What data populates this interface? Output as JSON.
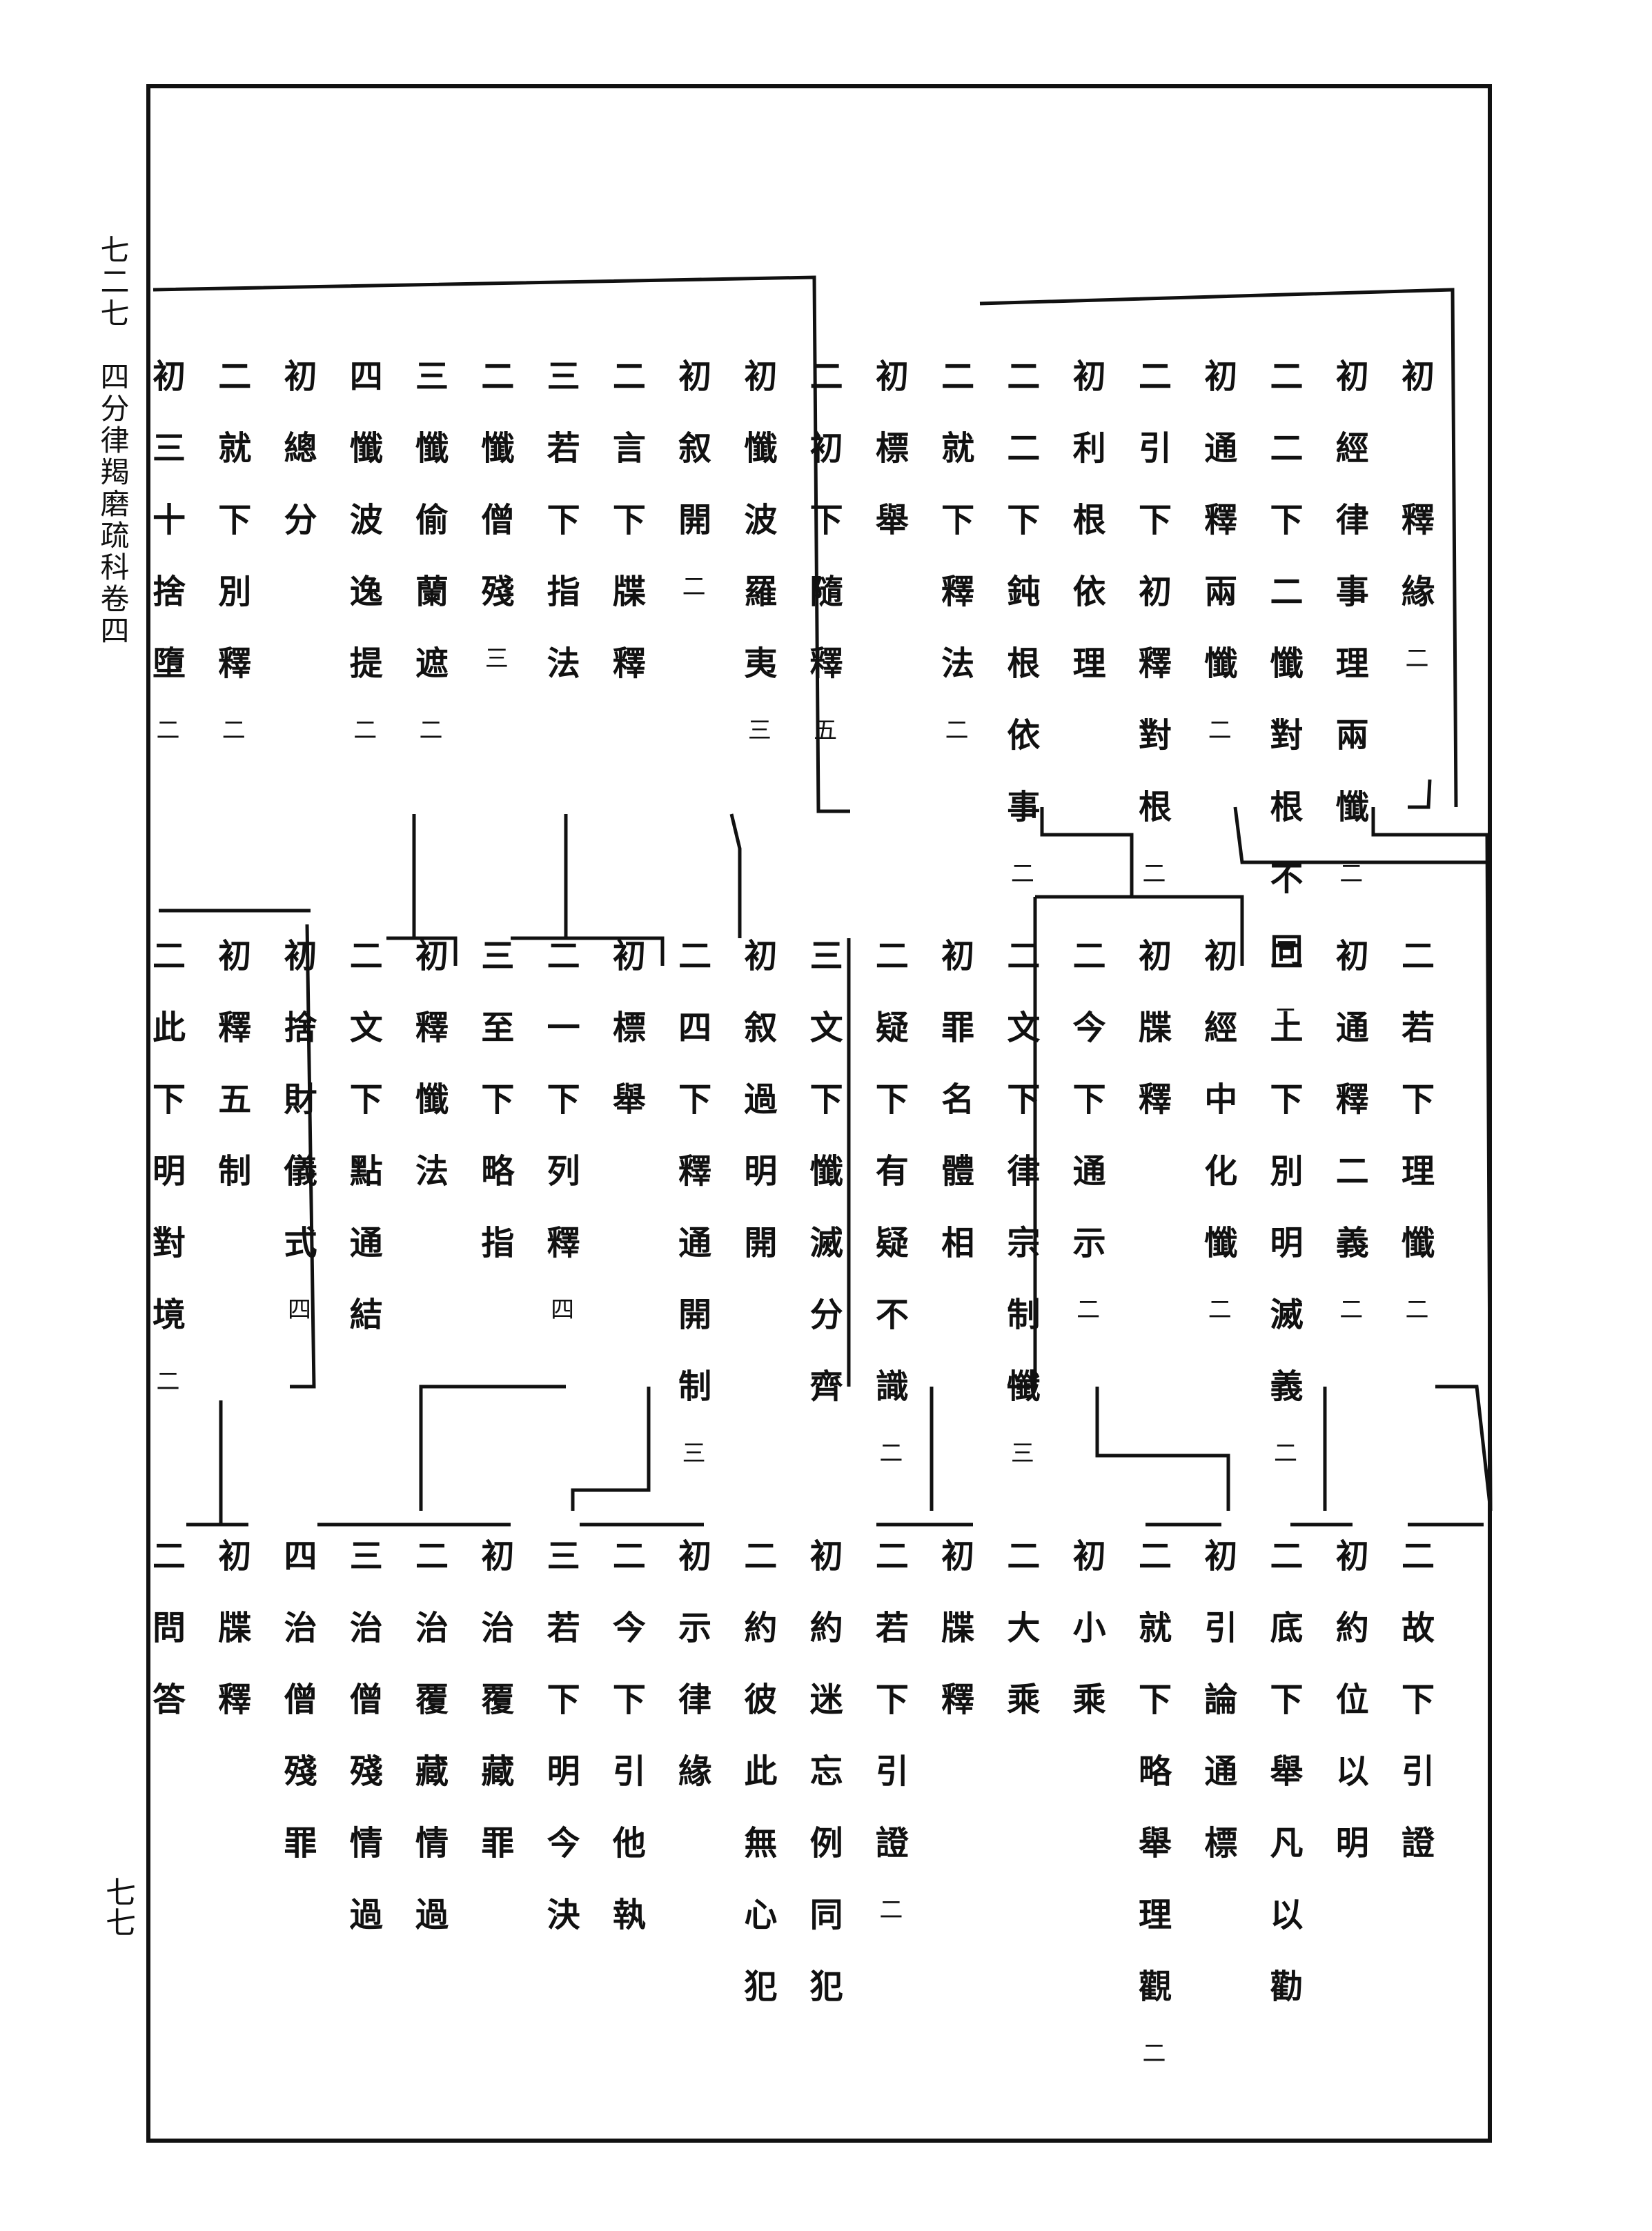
{
  "margin": {
    "header": "七二七　四分律羯磨疏科卷四",
    "page_number": "七七"
  },
  "tiers": [
    {
      "id": "tier1",
      "columns": [
        {
          "text": "初　釋緣",
          "count": "二"
        },
        {
          "text": "初經律事理兩懺",
          "count": "二"
        },
        {
          "text": "二二下二懺對根不同",
          "count": "二"
        },
        {
          "text": "初通釋兩懺",
          "count": "二"
        },
        {
          "text": "二引下初釋對根",
          "count": "二"
        },
        {
          "text": "初利根依理",
          "count": ""
        },
        {
          "text": "二二下鈍根依事",
          "count": "二"
        },
        {
          "text": "二就下釋法",
          "count": "二"
        },
        {
          "text": "初標舉",
          "count": ""
        },
        {
          "text": "二初下隨釋",
          "count": "五"
        },
        {
          "text": "初懺波羅夷",
          "count": "三"
        },
        {
          "text": "初叙開",
          "count": "二"
        },
        {
          "text": "二言下牒釋",
          "count": ""
        },
        {
          "text": "三若下指法",
          "count": ""
        },
        {
          "text": "二懺僧殘",
          "count": "三"
        },
        {
          "text": "三懺偷蘭遮",
          "count": "二"
        },
        {
          "text": "四懺波逸提",
          "count": "二"
        },
        {
          "text": "初總分",
          "count": ""
        },
        {
          "text": "二就下別釋",
          "count": "二"
        },
        {
          "text": "初三十捨墮",
          "count": "二"
        }
      ]
    },
    {
      "id": "tier2",
      "columns": [
        {
          "text": "二若下理懺",
          "count": "二"
        },
        {
          "text": "初通釋二義",
          "count": "二"
        },
        {
          "text": "二上下別明滅義",
          "count": "二"
        },
        {
          "text": "初經中化懺",
          "count": "二"
        },
        {
          "text": "初牒釋",
          "count": ""
        },
        {
          "text": "二今下通示",
          "count": "二"
        },
        {
          "text": "二文下律宗制懺",
          "count": "三"
        },
        {
          "text": "初罪名體相",
          "count": ""
        },
        {
          "text": "二疑下有疑不識",
          "count": "二"
        },
        {
          "text": "三文下懺滅分齊",
          "count": ""
        },
        {
          "text": "初叙過明開",
          "count": ""
        },
        {
          "text": "二四下釋通開制",
          "count": "三"
        },
        {
          "text": "初標舉",
          "count": ""
        },
        {
          "text": "二一下列釋",
          "count": "四"
        },
        {
          "text": "三至下略指",
          "count": ""
        },
        {
          "text": "初釋懺法",
          "count": ""
        },
        {
          "text": "二文下點通結",
          "count": ""
        },
        {
          "text": "初捨財儀式",
          "count": "四"
        },
        {
          "text": "初釋五制",
          "count": ""
        },
        {
          "text": "二此下明對境",
          "count": "二"
        }
      ]
    },
    {
      "id": "tier3",
      "columns": [
        {
          "text": "二故下引證",
          "count": ""
        },
        {
          "text": "初約位以明",
          "count": ""
        },
        {
          "text": "二底下舉凡以勸",
          "count": ""
        },
        {
          "text": "初引論通標",
          "count": ""
        },
        {
          "text": "二就下略舉理觀",
          "count": "二"
        },
        {
          "text": "初小乘",
          "count": ""
        },
        {
          "text": "二大乘",
          "count": ""
        },
        {
          "text": "初牒釋",
          "count": ""
        },
        {
          "text": "二若下引證",
          "count": "二"
        },
        {
          "text": "初約迷忘例同犯",
          "count": ""
        },
        {
          "text": "二約彼此無心犯",
          "count": ""
        },
        {
          "text": "初示律緣",
          "count": ""
        },
        {
          "text": "二今下引他執",
          "count": ""
        },
        {
          "text": "三若下明今決",
          "count": ""
        },
        {
          "text": "初治覆藏罪",
          "count": ""
        },
        {
          "text": "二治覆藏情過",
          "count": ""
        },
        {
          "text": "三治僧殘情過",
          "count": ""
        },
        {
          "text": "四治僧殘罪",
          "count": ""
        },
        {
          "text": "初牒釋",
          "count": ""
        },
        {
          "text": "二問答",
          "count": ""
        }
      ]
    }
  ]
}
